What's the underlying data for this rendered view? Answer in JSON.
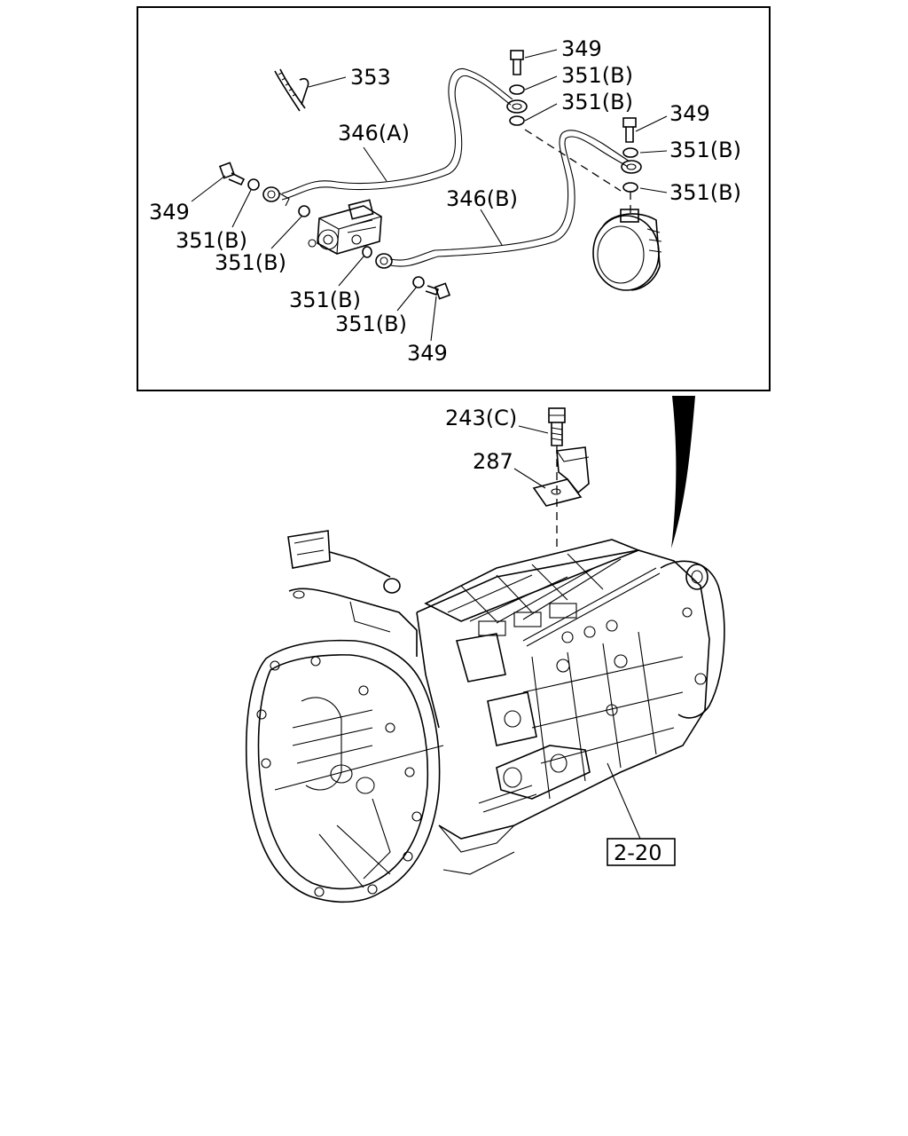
{
  "diagram": {
    "callouts": {
      "c349_top": "349",
      "c351b_1": "351(B)",
      "c351b_2": "351(B)",
      "c353": "353",
      "c346a": "346(A)",
      "c349_right": "349",
      "c351b_3": "351(B)",
      "c351b_4": "351(B)",
      "c346b": "346(B)",
      "c349_left": "349",
      "c351b_5": "351(B)",
      "c351b_6": "351(B)",
      "c351b_7": "351(B)",
      "c351b_8": "351(B)",
      "c349_bottom": "349",
      "c243c": "243(C)",
      "c287": "287",
      "ref_box": "2-20"
    }
  }
}
